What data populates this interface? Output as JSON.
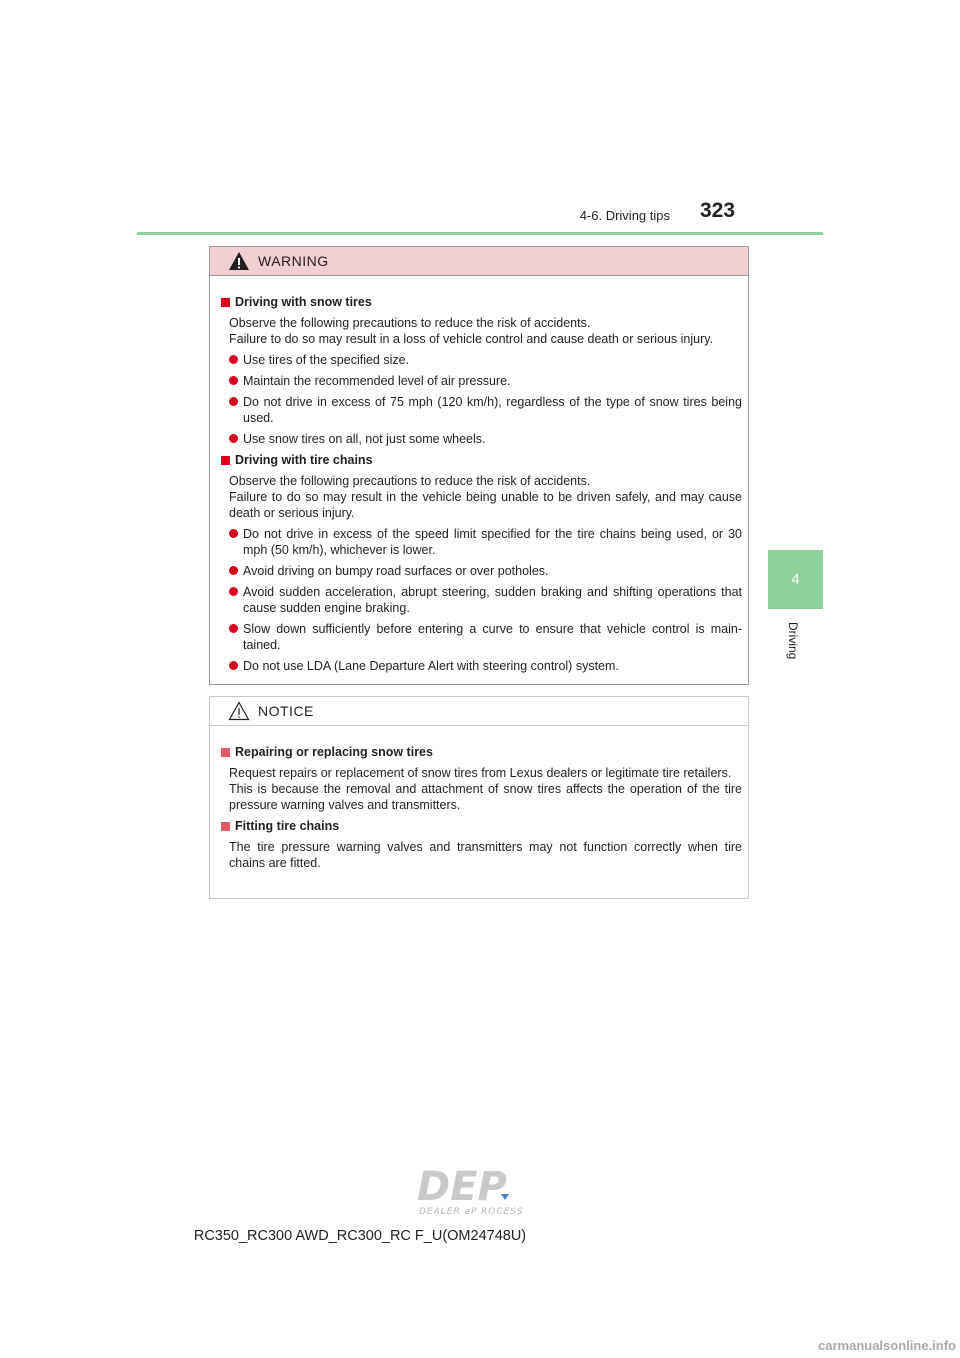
{
  "header": {
    "section": "4-6. Driving tips",
    "page_number": "323"
  },
  "side_tab": {
    "number": "4",
    "label": "Driving"
  },
  "warning": {
    "title": "WARNING",
    "sections": [
      {
        "heading": "Driving with snow tires",
        "paragraphs": [
          "Observe the following precautions to reduce the risk of accidents.",
          "Failure to do so may result in a loss of vehicle control and cause death or serious injury."
        ],
        "bullets": [
          "Use tires of the specified size.",
          "Maintain the recommended level of air pressure.",
          "Do not drive in excess of 75 mph (120 km/h), regardless of the type of snow tires being used.",
          "Use snow tires on all, not just some wheels."
        ]
      },
      {
        "heading": "Driving with tire chains",
        "paragraphs": [
          "Observe the following precautions to reduce the risk of accidents.",
          "Failure to do so may result in the vehicle being unable to be driven safely, and may cause death or serious injury."
        ],
        "bullets": [
          "Do not drive in excess of the speed limit specified for the tire chains being used, or 30 mph (50 km/h), whichever is lower.",
          "Avoid driving on bumpy road surfaces or over potholes.",
          "Avoid sudden acceleration, abrupt steering, sudden braking and shifting operations that cause sudden engine braking.",
          "Slow down sufficiently before entering a curve to ensure that vehicle control is main-tained.",
          "Do not use LDA (Lane Departure Alert with steering control) system."
        ]
      }
    ]
  },
  "notice": {
    "title": "NOTICE",
    "sections": [
      {
        "heading": "Repairing or replacing snow tires",
        "paragraphs": [
          "Request repairs or replacement of snow tires from Lexus dealers or legitimate tire retailers.",
          "This is because the removal and attachment of snow tires affects the operation of the tire pressure warning valves and transmitters."
        ]
      },
      {
        "heading": "Fitting tire chains",
        "paragraphs": [
          "The tire pressure warning valves and transmitters may not function correctly when tire chains are fitted."
        ]
      }
    ]
  },
  "logo": {
    "letters": "DEP",
    "tagline": "DEALER ePROCESS"
  },
  "footer": {
    "code": "RC350_RC300 AWD_RC300_RC F_U(OM24748U)"
  },
  "watermark": "carmanualsonline.info",
  "colors": {
    "accent_green": "#8fd19b",
    "warning_header_bg": "#f2cfd3",
    "bullet_red": "#d6001c"
  }
}
